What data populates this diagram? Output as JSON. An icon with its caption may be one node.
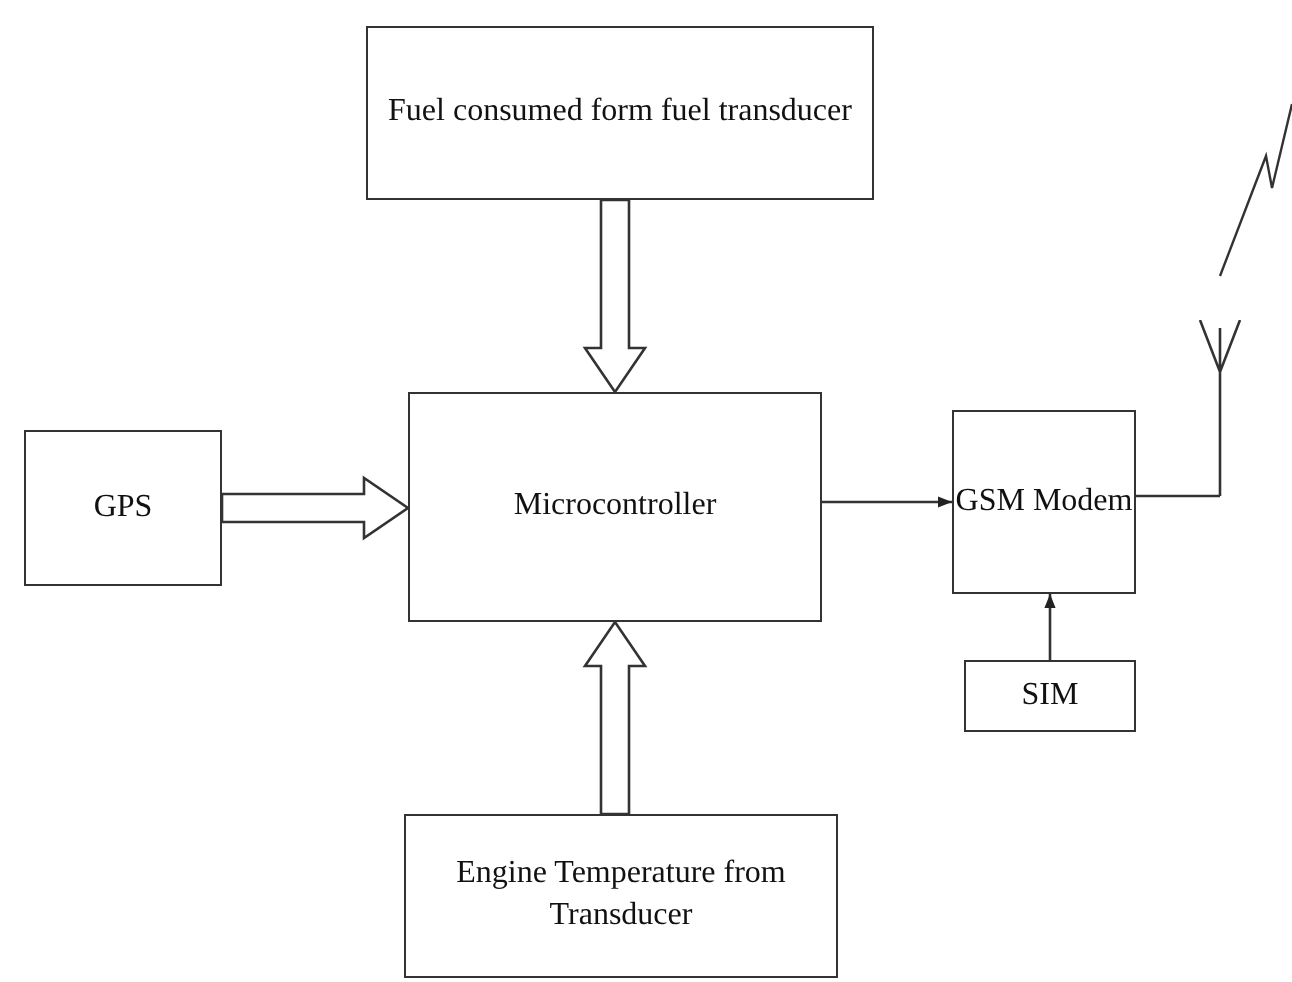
{
  "diagram": {
    "nodes": [
      {
        "text": [
          "Fuel consumed form fuel transducer"
        ]
      },
      {
        "text": [
          "GPS"
        ]
      },
      {
        "text": [
          "Microcontroller"
        ]
      },
      {
        "text": [
          "GSM Modem"
        ]
      },
      {
        "text": [],
        "shape": "antenna"
      },
      {
        "text": [
          "SIM"
        ]
      },
      {
        "text": [
          "Engine Temperature from Transducer"
        ]
      }
    ],
    "edges": [
      {
        "from": 0,
        "to": 2,
        "arrow": "to",
        "style": "thick"
      },
      {
        "from": 1,
        "to": 2,
        "arrow": "to",
        "style": "thick"
      },
      {
        "from": 2,
        "to": 3,
        "arrow": "to"
      },
      {
        "from": 3,
        "to": 4,
        "arrow": "none"
      },
      {
        "from": 5,
        "to": 3,
        "arrow": "to"
      },
      {
        "from": 6,
        "to": 2,
        "arrow": "to",
        "style": "thick"
      }
    ]
  }
}
